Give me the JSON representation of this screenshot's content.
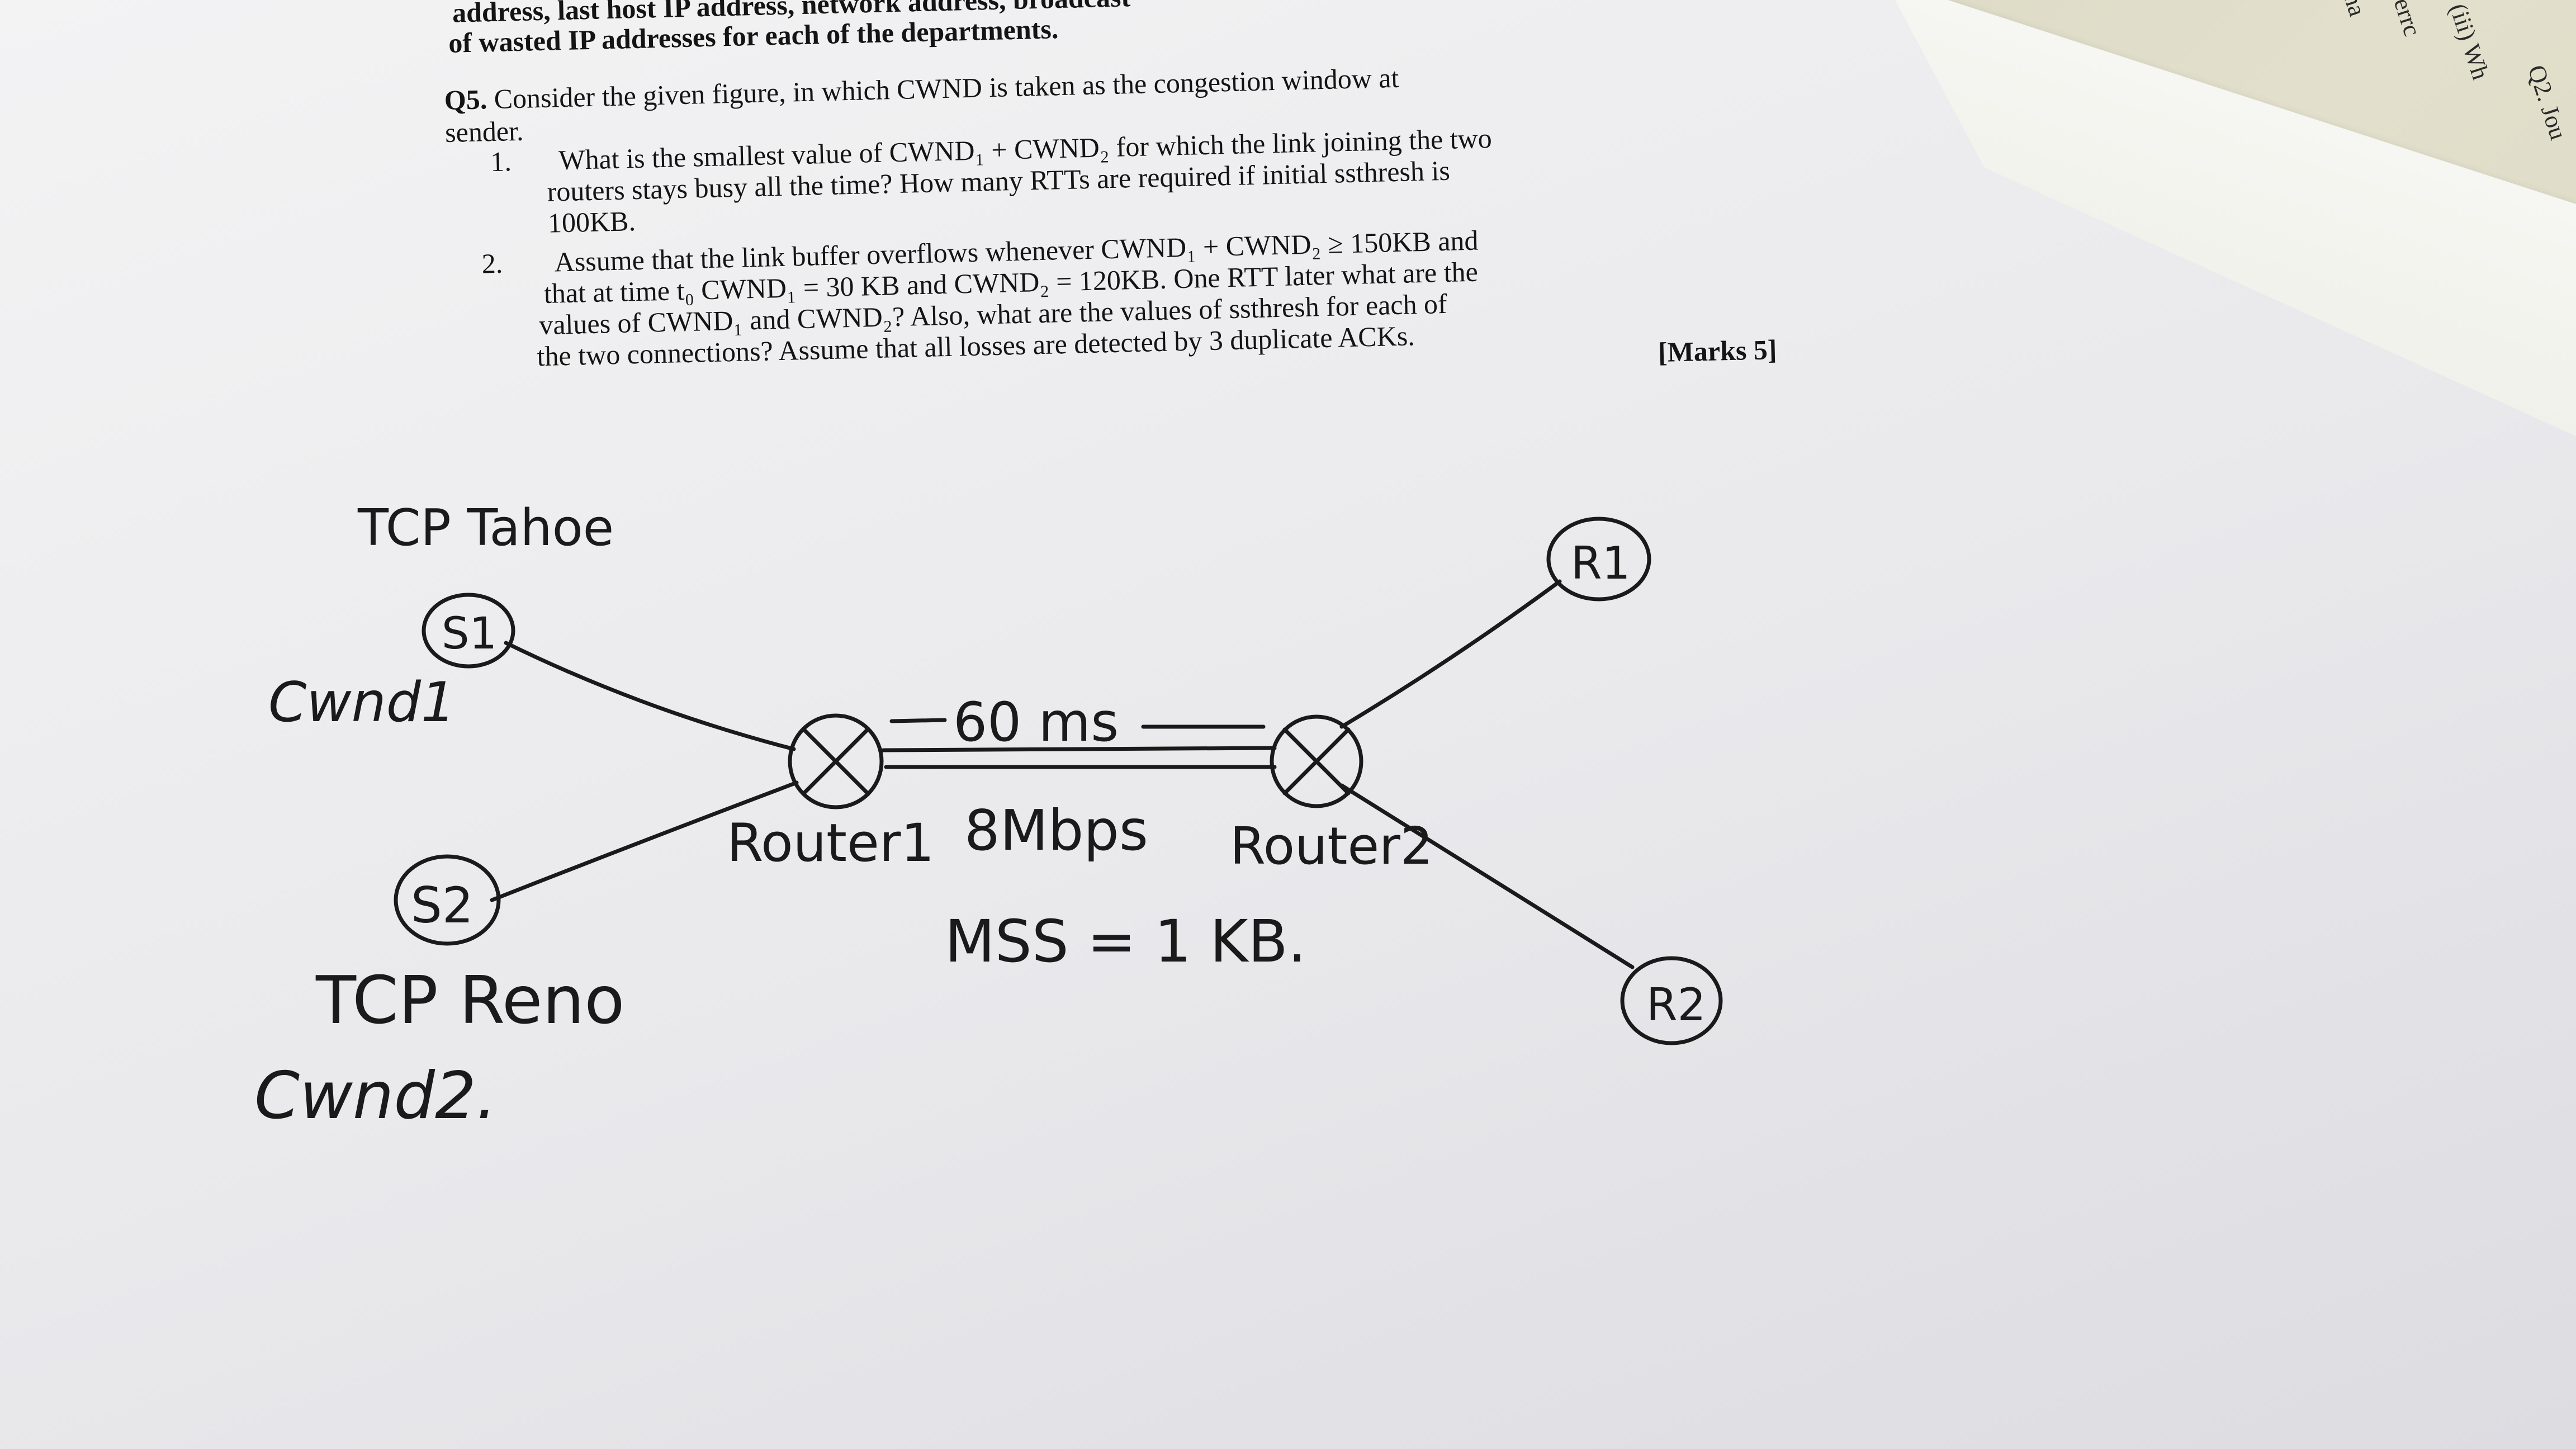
{
  "top_lines": {
    "line1": "address, last host IP address, network address, broadcast",
    "line2": "of wasted IP addresses for each of the departments."
  },
  "question": {
    "label": "Q5.",
    "intro_1": "Consider the given figure, in which CWND is taken as the congestion window at",
    "intro_2": "sender.",
    "item1_num": "1.",
    "item1_l1": "What is the smallest value of CWND₁ + CWND₂ for which the link joining the two",
    "item1_l2": "routers stays busy all the time?  How many RTTs are required if initial ssthresh is",
    "item1_l3": "100KB.",
    "item2_num": "2.",
    "item2_l1": "Assume that the link buffer overflows whenever CWND₁ + CWND₂ ≥ 150KB and",
    "item2_l2": "that at time t₀ CWND₁ = 30 KB and CWND₂ = 120KB. One RTT later what are the",
    "item2_l3": "values of CWND₁ and CWND₂? Also, what are the values of ssthresh for each of",
    "item2_l4": "the two connections? Assume that all losses are detected by 3 duplicate ACKs.",
    "marks": "[Marks 5]"
  },
  "diagram": {
    "tcp_tahoe": "TCP Tahoe",
    "s1": "S1",
    "cwnd1": "Cwnd1",
    "s2": "S2",
    "tcp_reno": "TCP Reno",
    "cwnd2": "Cwnd2.",
    "delay": "60 ms",
    "router1": "Router1",
    "bandwidth": "8Mbps",
    "router2": "Router2",
    "mss": "MSS = 1 KB.",
    "r1": "R1",
    "r2": "R2"
  },
  "back_page": {
    "t1": "ha",
    "t2": "errc",
    "t3": "(iii) Wh",
    "t4": "Q2. Jou"
  }
}
